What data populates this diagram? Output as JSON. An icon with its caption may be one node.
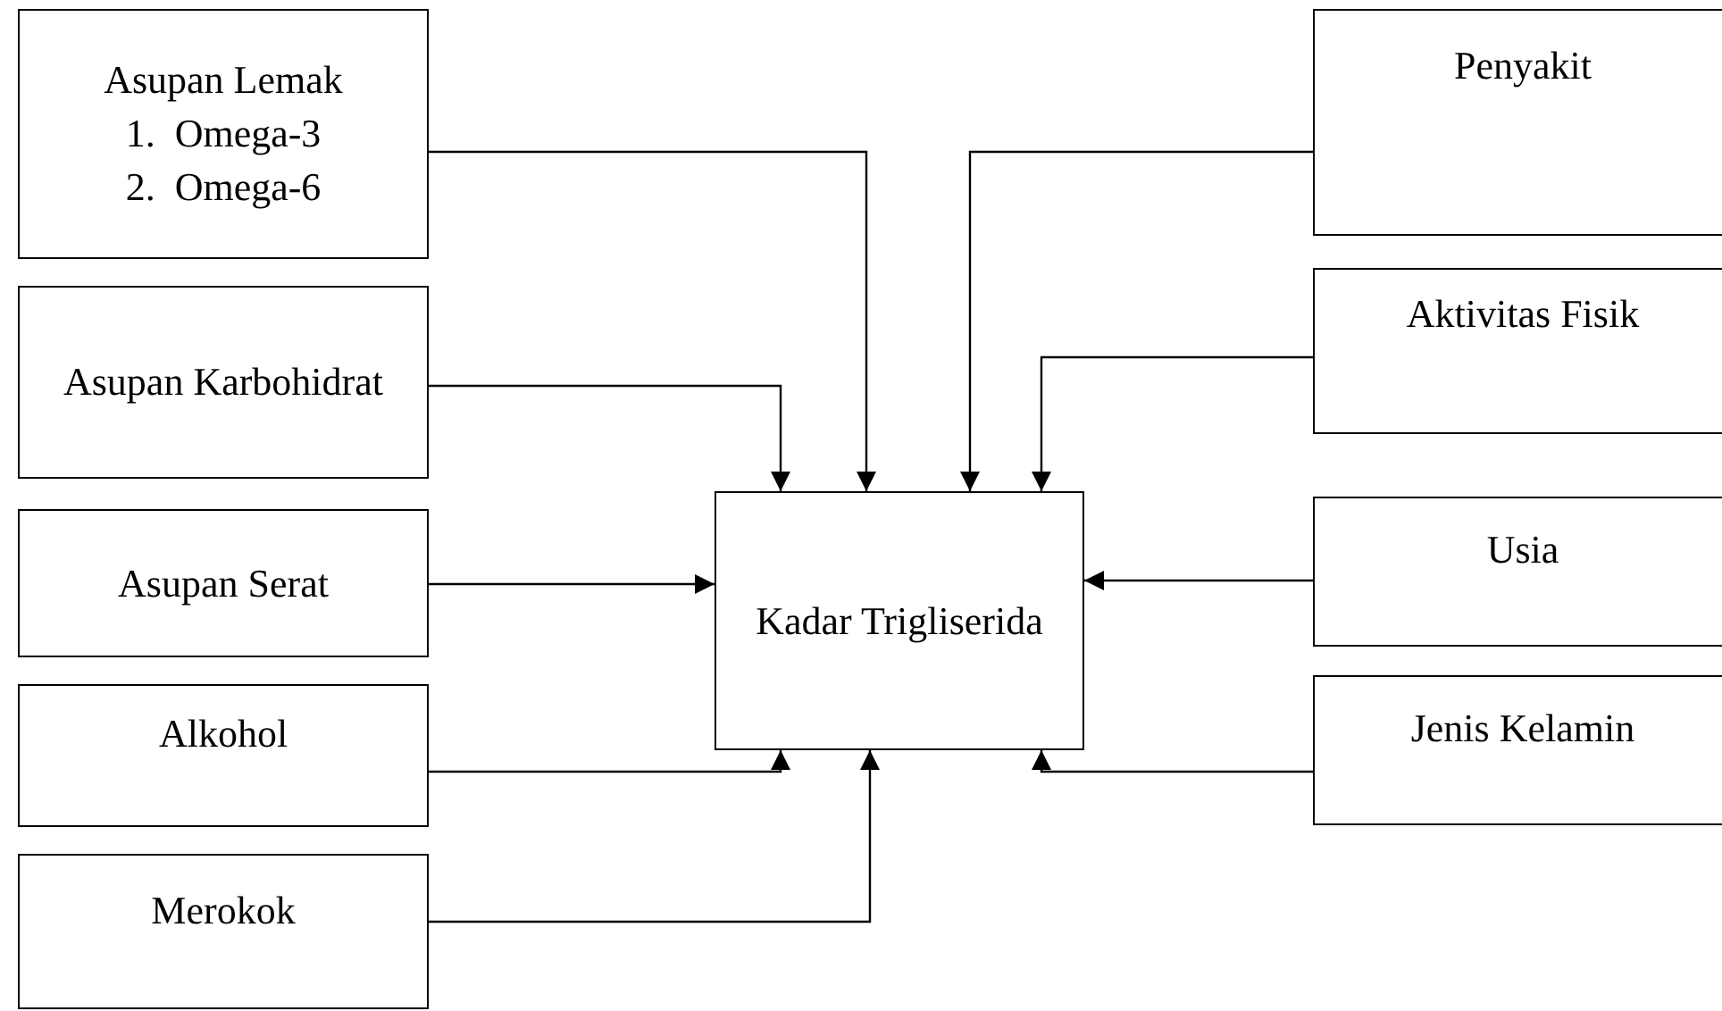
{
  "diagram": {
    "nodes": [
      {
        "text": [
          "Asupan Lemak",
          "1.  Omega-3",
          "2.  Omega-6"
        ]
      },
      {
        "text": [
          "Asupan Karbohidrat"
        ]
      },
      {
        "text": [
          "Asupan Serat"
        ]
      },
      {
        "text": [
          "Alkohol"
        ]
      },
      {
        "text": [
          "Merokok"
        ]
      },
      {
        "text": [
          "Kadar Trigliserida"
        ]
      },
      {
        "text": [
          "Penyakit"
        ]
      },
      {
        "text": [
          "Aktivitas Fisik"
        ]
      },
      {
        "text": [
          "Usia"
        ]
      },
      {
        "text": [
          "Jenis Kelamin"
        ]
      }
    ],
    "edges": [
      {
        "from": 0,
        "to": 5,
        "arrow": "to"
      },
      {
        "from": 1,
        "to": 5,
        "arrow": "to"
      },
      {
        "from": 2,
        "to": 5,
        "arrow": "to"
      },
      {
        "from": 3,
        "to": 5,
        "arrow": "to"
      },
      {
        "from": 4,
        "to": 5,
        "arrow": "to"
      },
      {
        "from": 6,
        "to": 5,
        "arrow": "to"
      },
      {
        "from": 7,
        "to": 5,
        "arrow": "to"
      },
      {
        "from": 8,
        "to": 5,
        "arrow": "to"
      },
      {
        "from": 9,
        "to": 5,
        "arrow": "to"
      }
    ]
  }
}
